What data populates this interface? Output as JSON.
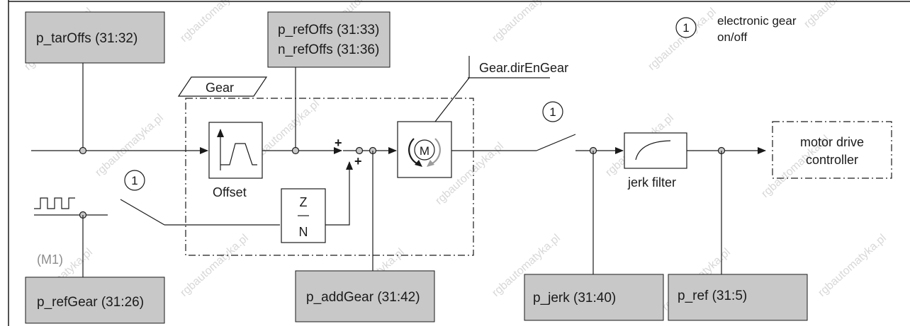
{
  "legend": {
    "marker": "1",
    "text_line1": "electronic gear",
    "text_line2": "on/off"
  },
  "params": {
    "tar_offs": "p_tarOffs (31:32)",
    "ref_offs_1": "p_refOffs (31:33)",
    "ref_offs_2": "n_refOffs (31:36)",
    "ref_gear": "p_refGear (31:26)",
    "add_gear": "p_addGear (31:42)",
    "jerk": "p_jerk (31:40)",
    "ref": "p_ref (31:5)"
  },
  "blocks": {
    "gear": "Gear",
    "offset": "Offset",
    "ratio_top": "Z",
    "ratio_bottom": "N",
    "motor_symbol": "M",
    "jerk_filter": "jerk filter",
    "controller_line1": "motor drive",
    "controller_line2": "controller"
  },
  "labels": {
    "dir_en_gear": "Gear.dirEnGear",
    "m1": "(M1)",
    "switch_marker": "1",
    "plus": "+"
  },
  "watermark": "rgbautomatyka.pl",
  "colors": {
    "param_box": "#c8c8c8",
    "line": "#1a1a1a",
    "muted_text": "#8c8c8c",
    "watermark": "#d8d8d8"
  }
}
